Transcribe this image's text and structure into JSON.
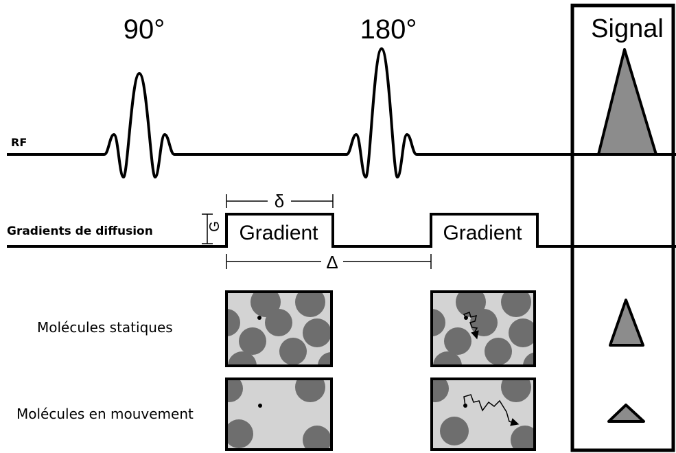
{
  "rf": {
    "label": "RF",
    "pulse_90_label": "90°",
    "pulse_180_label": "180°"
  },
  "signal": {
    "title": "Signal"
  },
  "gradients": {
    "row_label": "Gradients de diffusion",
    "gradient_1_label": "Gradient",
    "gradient_2_label": "Gradient",
    "amplitude_symbol": "G",
    "duration_symbol": "δ",
    "separation_symbol": "Δ"
  },
  "rows": {
    "static_label": "Molécules statiques",
    "moving_label": "Molécules en mouvement"
  },
  "colors": {
    "line": "#000000",
    "box_fill": "#d3d3d3",
    "molecule_fill": "#6e6e6e",
    "signal_fill": "#8c8c8c"
  }
}
